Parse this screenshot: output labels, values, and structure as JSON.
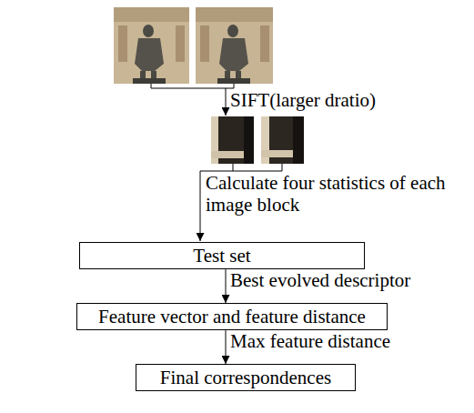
{
  "diagram": {
    "nodes": [
      {
        "text": [
          "Test set"
        ]
      },
      {
        "text": [
          "Feature vector and feature distance"
        ]
      },
      {
        "text": [
          "Final correspondences"
        ]
      }
    ],
    "edges": [
      {
        "from": 0,
        "to": 1,
        "arrow": "to",
        "label": "Best evolved descriptor"
      },
      {
        "from": 1,
        "to": 2,
        "arrow": "to",
        "label": "Max feature distance"
      }
    ],
    "labels": [
      "SIFT(larger dratio)",
      "Calculate four statistics of each image block"
    ]
  }
}
